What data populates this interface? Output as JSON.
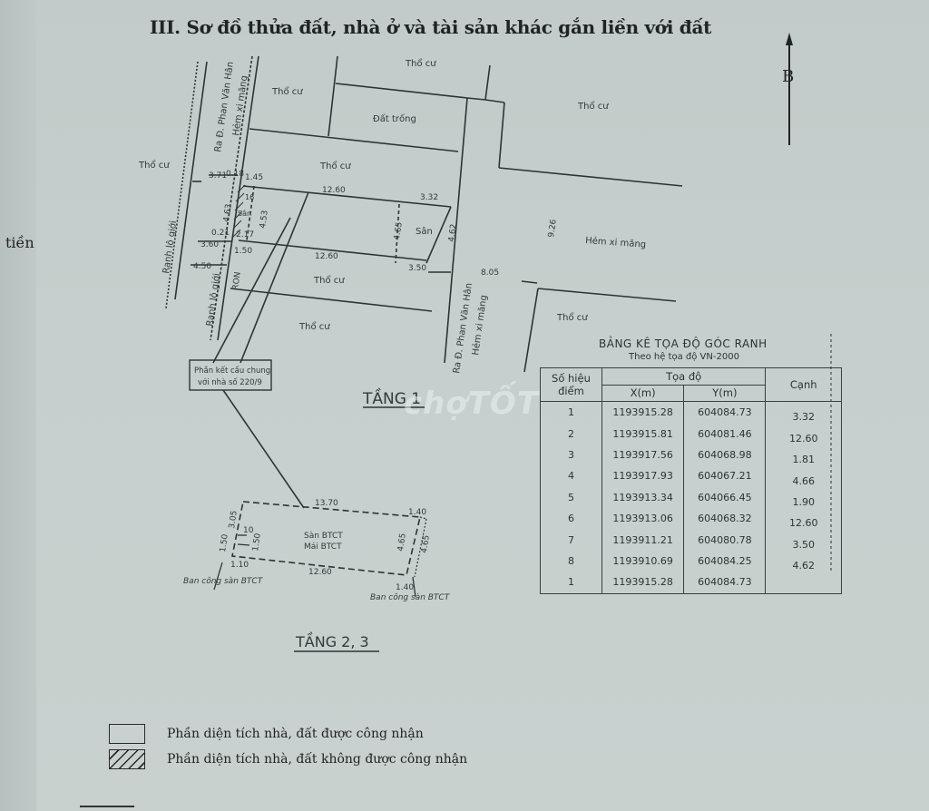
{
  "document": {
    "section_title": "III. Sơ đồ thửa đất, nhà ở và tài sản khác gắn liền với đất",
    "side_fragment": "tiền",
    "north_label": "B",
    "watermark": "chợTỐT"
  },
  "floor1": {
    "title": "TẦNG 1",
    "labels": {
      "tho_cu_top": "Thổ cư",
      "tho_cu_top_left": "Thổ cư",
      "dat_trong": "Đất trống",
      "tho_cu_right_top": "Thổ cư",
      "tho_cu_left": "Thổ cư",
      "tho_cu_mid": "Thổ cư",
      "tho_cu_below1": "Thổ cư",
      "tho_cu_below2": "Thổ cư",
      "tho_cu_right_bottom": "Thổ cư",
      "san_main": "Sân",
      "san_small": "Sân",
      "hem_ximang_right": "Hẻm xi măng",
      "street_left_a": "Ra Đ. Phan Văn Hân",
      "street_left_b": "Hẻm xi măng",
      "street_right_a": "Ra Đ. Phan Văn Hân",
      "street_right_b": "Hẻm xi măng",
      "ranh_gioi_1": "Ranh lộ giới",
      "ranh_gioi_2": "Ranh lộ giới",
      "ron": "RON",
      "note_box_line1": "Phần kết cấu chung",
      "note_box_line2": "với nhà số 220/9"
    },
    "dimensions": {
      "d_3_71": "3.71",
      "d_0_18": "0.18",
      "d_1_45": "1.45",
      "d_12_60_top": "12.60",
      "d_3_32": "3.32",
      "d_4_63": "4.63",
      "d_4_53": "4.53",
      "d_16": "16",
      "d_0_21": "0.21",
      "d_2_17": "2.17",
      "d_3_60": "3.60",
      "d_1_50": "1.50",
      "d_4_50": "4.50",
      "d_12_60_bottom": "12.60",
      "d_3_50": "3.50",
      "d_4_65": "4.65",
      "d_4_62": "4.62",
      "d_8_05": "8.05",
      "d_9_26": "9.26"
    }
  },
  "floor23": {
    "title": "TẦNG 2, 3",
    "labels": {
      "san_btct": "Sàn BTCT",
      "mai_btct": "Mái BTCT",
      "ban_cong_left": "Ban công sàn BTCT",
      "ban_cong_right": "Ban công sàn BTCT"
    },
    "dimensions": {
      "d_13_70": "13.70",
      "d_1_40_top": "1.40",
      "d_3_05": "3.05",
      "d_10": "10",
      "d_1_50_a": "1.50",
      "d_1_50_b": "1.50",
      "d_1_10": "1.10",
      "d_12_60": "12.60",
      "d_4_65_a": "4.65",
      "d_4_65_b": "4.65",
      "d_1_40_bottom": "1.40"
    }
  },
  "coordinate_table": {
    "title": "BẢNG KÊ TỌA ĐỘ GÓC RANH",
    "subtitle": "Theo hệ tọa độ VN-2000",
    "headers": {
      "point": "Số hiệu điểm",
      "coords": "Tọa độ",
      "x": "X(m)",
      "y": "Y(m)",
      "edge": "Cạnh"
    },
    "rows": [
      {
        "point": "1",
        "x": "1193915.28",
        "y": "604084.73",
        "edge": "3.32"
      },
      {
        "point": "2",
        "x": "1193915.81",
        "y": "604081.46",
        "edge": "12.60"
      },
      {
        "point": "3",
        "x": "1193917.56",
        "y": "604068.98",
        "edge": "1.81"
      },
      {
        "point": "4",
        "x": "1193917.93",
        "y": "604067.21",
        "edge": "4.66"
      },
      {
        "point": "5",
        "x": "1193913.34",
        "y": "604066.45",
        "edge": "1.90"
      },
      {
        "point": "6",
        "x": "1193913.06",
        "y": "604068.32",
        "edge": "12.60"
      },
      {
        "point": "7",
        "x": "1193911.21",
        "y": "604080.78",
        "edge": "3.50"
      },
      {
        "point": "8",
        "x": "1193910.69",
        "y": "604084.25",
        "edge": "4.62"
      },
      {
        "point": "1",
        "x": "1193915.28",
        "y": "604084.73",
        "edge": ""
      }
    ]
  },
  "legend": {
    "items": [
      {
        "label": "Phần diện tích nhà, đất được công nhận",
        "style": "plain"
      },
      {
        "label": "Phần diện tích nhà, đất không được công nhận",
        "style": "hatched"
      }
    ]
  }
}
